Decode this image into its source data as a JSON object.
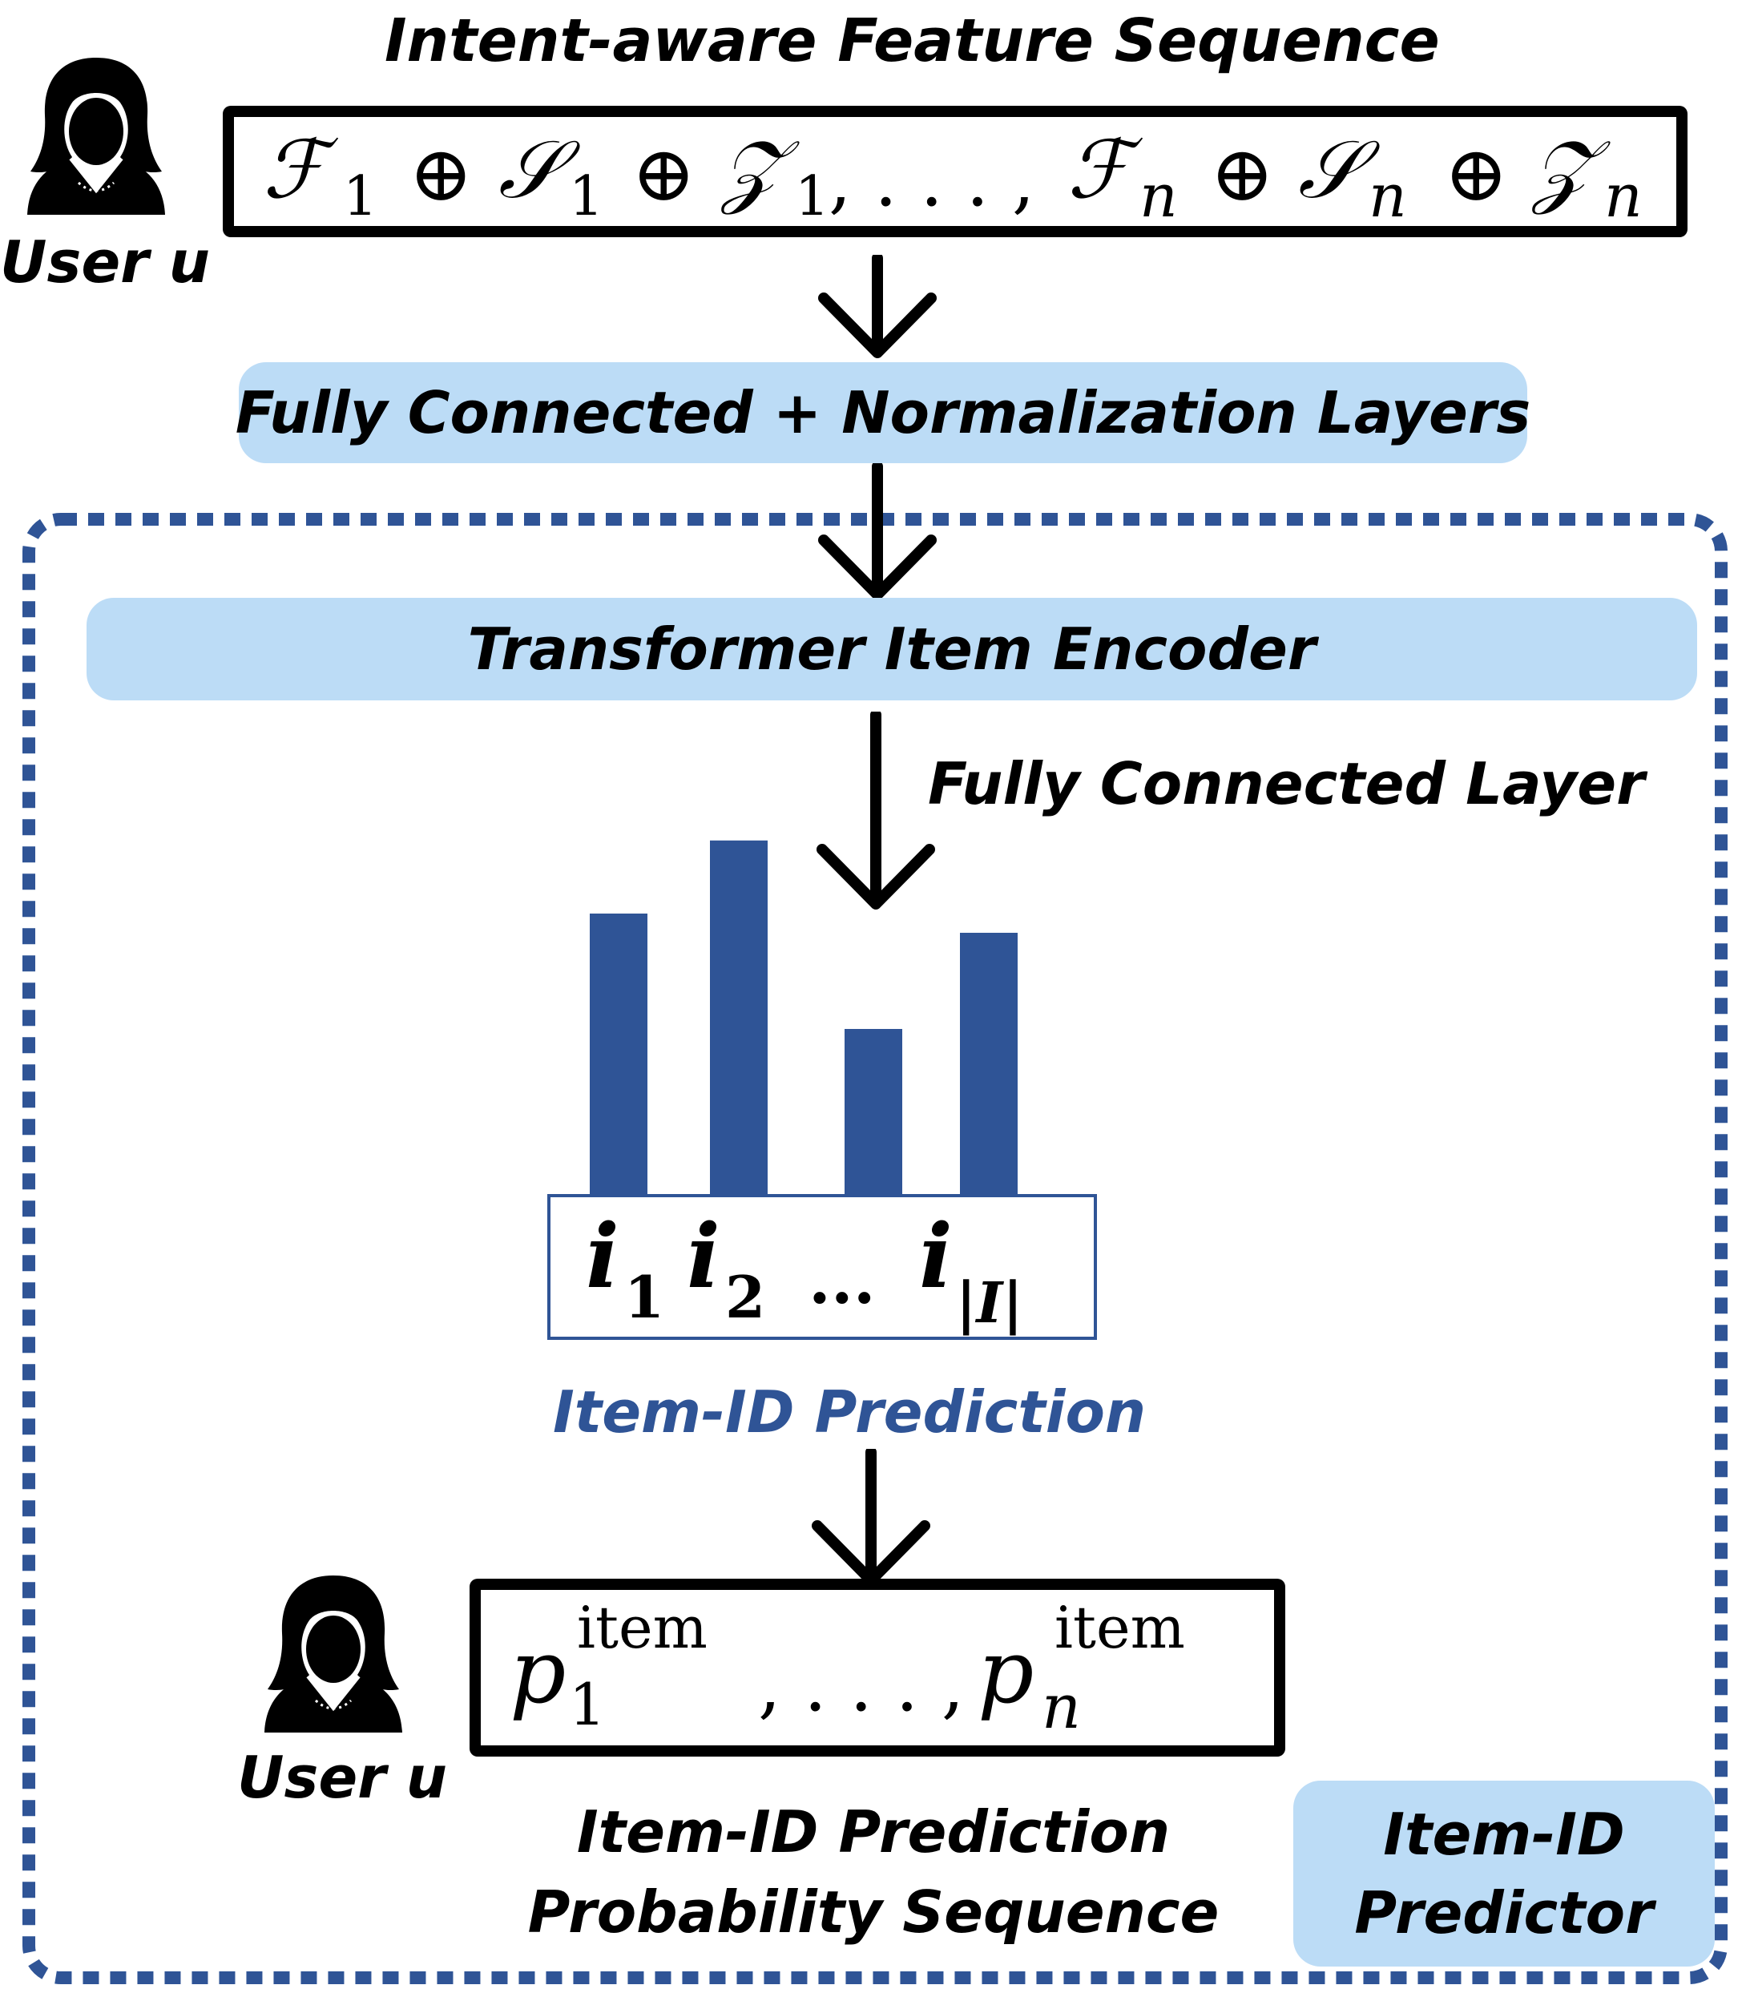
{
  "title": "Intent-aware Feature Sequence",
  "user_label_top": "User u",
  "user_label_bottom": "User u",
  "sequence": {
    "F": "ℱ",
    "S": "𝒮",
    "Z": "𝒵",
    "oplus": "⊕",
    "sub1": "1",
    "subn": "n",
    "ellipsis": ", . . . ,"
  },
  "fc_norm_label": "Fully Connected + Normalization Layers",
  "encoder_label": "Transformer Item Encoder",
  "fc_layer_label": "Fully Connected Layer",
  "items": {
    "i": "i",
    "sub1": "1",
    "sub2": "2",
    "dots": "...",
    "subI": "|I|"
  },
  "prediction_label": "Item-ID Prediction",
  "prob_sequence": {
    "p": "p",
    "sup": "item",
    "sub1": "1",
    "subn": "n",
    "ellipsis": ", . . . ,"
  },
  "prob_caption_line1": "Item-ID Prediction",
  "prob_caption_line2": "Probability Sequence",
  "predictor_line1": "Item-ID",
  "predictor_line2": "Predictor",
  "bar_chart": {
    "values": [
      0.75,
      0.94,
      0.45,
      0.7
    ],
    "color": "#2f5496"
  },
  "colors": {
    "accent_blue": "#2f5496",
    "pill_blue": "#bcdcf6"
  }
}
